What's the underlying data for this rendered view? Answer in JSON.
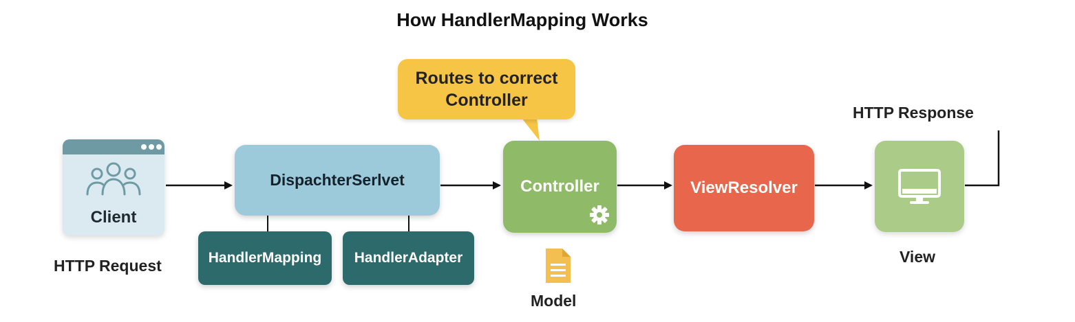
{
  "title": "How HandlerMapping Works",
  "nodes": {
    "client": "Client",
    "http_request": "HTTP Request",
    "dispatcher": "DispachterSerlvet",
    "handler_mapping": "HandlerMapping",
    "handler_adapter": "HandlerAdapter",
    "controller": "Controller",
    "model": "Model",
    "view_resolver": "ViewResolver",
    "view": "View",
    "http_response": "HTTP Response"
  },
  "callout": {
    "line1": "Routes to correct",
    "line2": "Controller"
  },
  "icons": {
    "client": "users-icon",
    "controller": "gear-icon",
    "model": "document-icon",
    "view": "monitor-icon"
  },
  "colors": {
    "client_card": "#dbe9f1",
    "client_bar": "#6e9aa3",
    "dispatcher": "#9ccadb",
    "handlers": "#2c6a6b",
    "controller": "#8fba67",
    "view_resolver": "#e8674c",
    "view": "#abcb88",
    "callout": "#f6c546",
    "model_icon": "#f3bf50"
  }
}
